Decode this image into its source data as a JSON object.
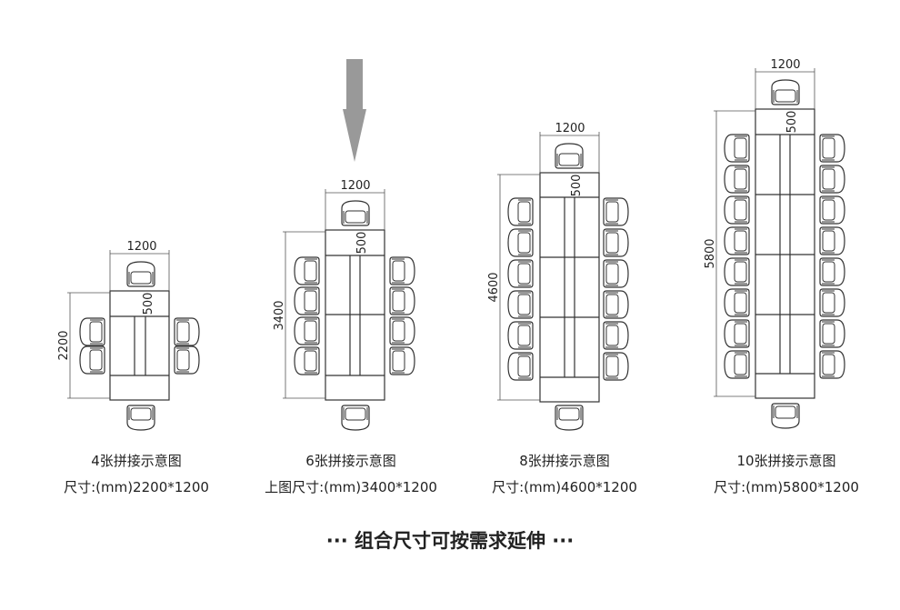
{
  "groups": [
    {
      "title": "4张拼接示意图",
      "size_label": "尺寸:(mm)2200*1200",
      "width_dim": "1200",
      "length_dim": "2200",
      "end_dim": "500"
    },
    {
      "title": "6张拼接示意图",
      "size_label": "上图尺寸:(mm)3400*1200",
      "width_dim": "1200",
      "length_dim": "3400",
      "end_dim": "500"
    },
    {
      "title": "8张拼接示意图",
      "size_label": "尺寸:(mm)4600*1200",
      "width_dim": "1200",
      "length_dim": "4600",
      "end_dim": "500"
    },
    {
      "title": "10张拼接示意图",
      "size_label": "尺寸:(mm)5800*1200",
      "width_dim": "1200",
      "length_dim": "5800",
      "end_dim": "500"
    }
  ],
  "footer": "··· 组合尺寸可按需求延伸 ···",
  "colors": {
    "line": "#333333",
    "arrow": "#999999",
    "dim": "#555555"
  }
}
